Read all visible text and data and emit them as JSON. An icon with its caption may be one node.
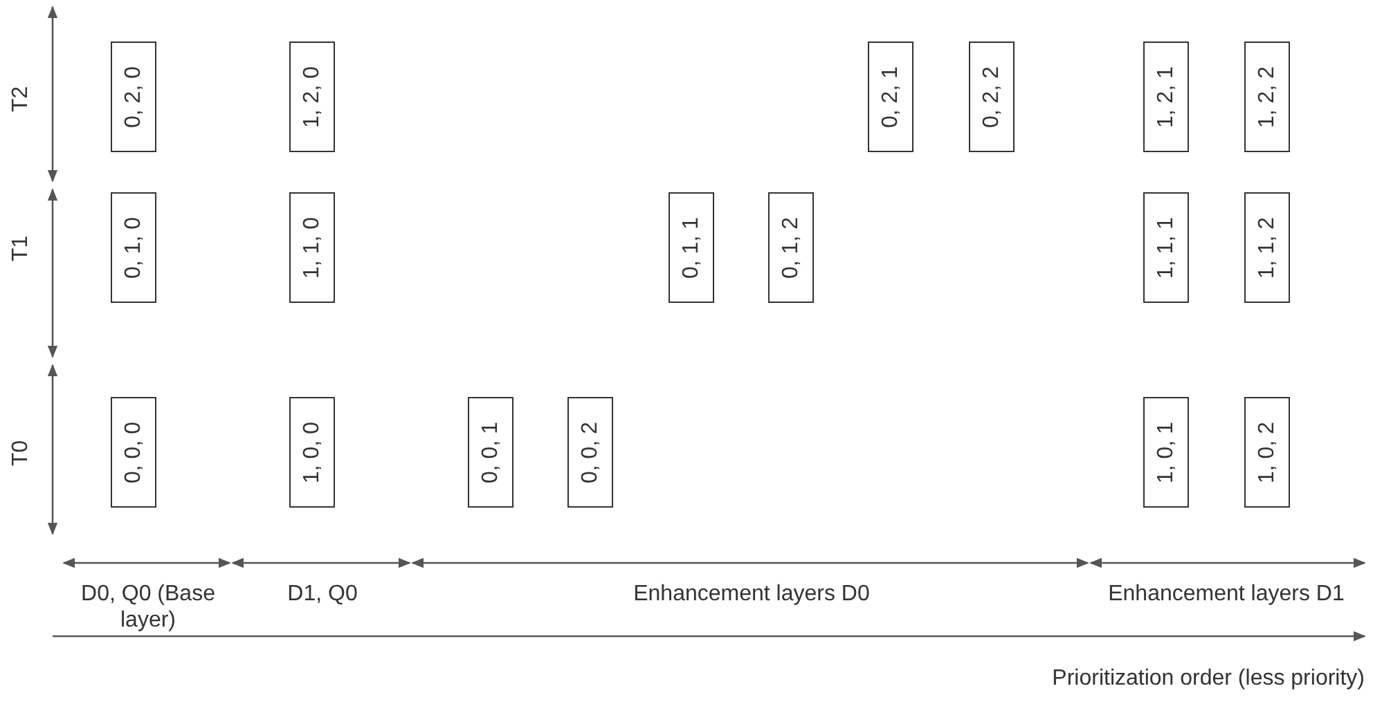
{
  "diagram": {
    "nodes": [
      {
        "text": [
          "0, 2, 0"
        ]
      },
      {
        "text": [
          "1, 2, 0"
        ]
      },
      {
        "text": [
          "0, 2, 1"
        ]
      },
      {
        "text": [
          "0, 2, 2"
        ]
      },
      {
        "text": [
          "1, 2, 1"
        ]
      },
      {
        "text": [
          "1, 2, 2"
        ]
      },
      {
        "text": [
          "0, 1, 0"
        ]
      },
      {
        "text": [
          "1, 1, 0"
        ]
      },
      {
        "text": [
          "0, 1, 1"
        ]
      },
      {
        "text": [
          "0, 1, 2"
        ]
      },
      {
        "text": [
          "1, 1, 1"
        ]
      },
      {
        "text": [
          "1, 1, 2"
        ]
      },
      {
        "text": [
          "0, 0, 0"
        ]
      },
      {
        "text": [
          "1, 0, 0"
        ]
      },
      {
        "text": [
          "0, 0, 1"
        ]
      },
      {
        "text": [
          "0, 0, 2"
        ]
      },
      {
        "text": [
          "1, 0, 1"
        ]
      },
      {
        "text": [
          "1, 0, 2"
        ]
      }
    ],
    "edges": [],
    "labels": [
      "T2",
      "T1",
      "T0",
      "D0, Q0 (Base layer)",
      "D1, Q0",
      "Enhancement layers D0",
      "Enhancement layers D1",
      "Prioritization order (less priority)"
    ]
  }
}
